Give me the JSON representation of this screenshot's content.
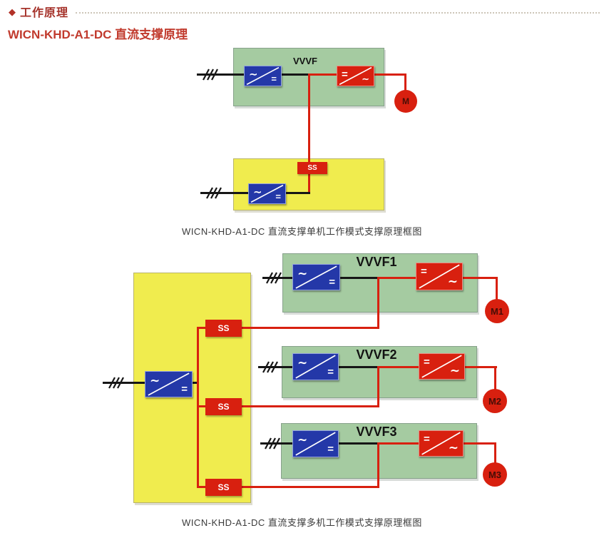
{
  "page": {
    "header": {
      "bullet": "◆",
      "title": "工作原理"
    },
    "subtitle": "WICN-KHD-A1-DC 直流支撑原理"
  },
  "symbols": {
    "ac": "∼",
    "dc": "="
  },
  "colors": {
    "header_red": "#a5322a",
    "subtitle_red": "#c13a2d",
    "line_red": "#d8200f",
    "converter_blue": "#2438a8",
    "vvvf_green": "#a5cba1",
    "support_yellow": "#f0ec4e",
    "line_black": "#161616"
  },
  "diagram1": {
    "vvvf": "VVVF",
    "ss": "SS",
    "motor": "M",
    "caption": "WICN-KHD-A1-DC 直流支撑单机工作模式支撑原理框图"
  },
  "diagram2": {
    "units": [
      {
        "vvvf": "VVVF1",
        "ss": "SS",
        "motor": "M1"
      },
      {
        "vvvf": "VVVF2",
        "ss": "SS",
        "motor": "M2"
      },
      {
        "vvvf": "VVVF3",
        "ss": "SS",
        "motor": "M3"
      }
    ],
    "caption": "WICN-KHD-A1-DC 直流支撑多机工作模式支撑原理框图"
  }
}
